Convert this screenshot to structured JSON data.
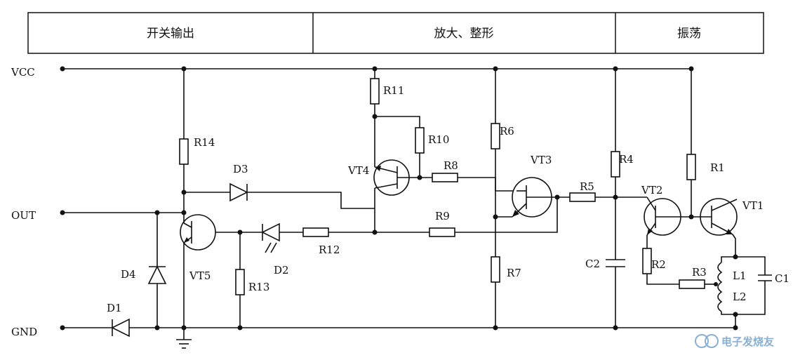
{
  "header": {
    "sections": [
      {
        "id": "switch",
        "label": "开关输出"
      },
      {
        "id": "amp",
        "label": "放大、整形"
      },
      {
        "id": "osc",
        "label": "振荡"
      }
    ]
  },
  "rails": {
    "vcc": "VCC",
    "out": "OUT",
    "gnd": "GND"
  },
  "components": {
    "r1": "R1",
    "r2": "R2",
    "r3": "R3",
    "r4": "R4",
    "r5": "R5",
    "r6": "R6",
    "r7": "R7",
    "r8": "R8",
    "r9": "R9",
    "r10": "R10",
    "r11": "R11",
    "r12": "R12",
    "r13": "R13",
    "r14": "R14",
    "c1": "C1",
    "c2": "C2",
    "l1": "L1",
    "l2": "L2",
    "d1": "D1",
    "d2": "D2",
    "d3": "D3",
    "d4": "D4",
    "vt1": "VT1",
    "vt2": "VT2",
    "vt3": "VT3",
    "vt4": "VT4",
    "vt5": "VT5"
  },
  "watermark": {
    "text": "电子发烧友"
  }
}
